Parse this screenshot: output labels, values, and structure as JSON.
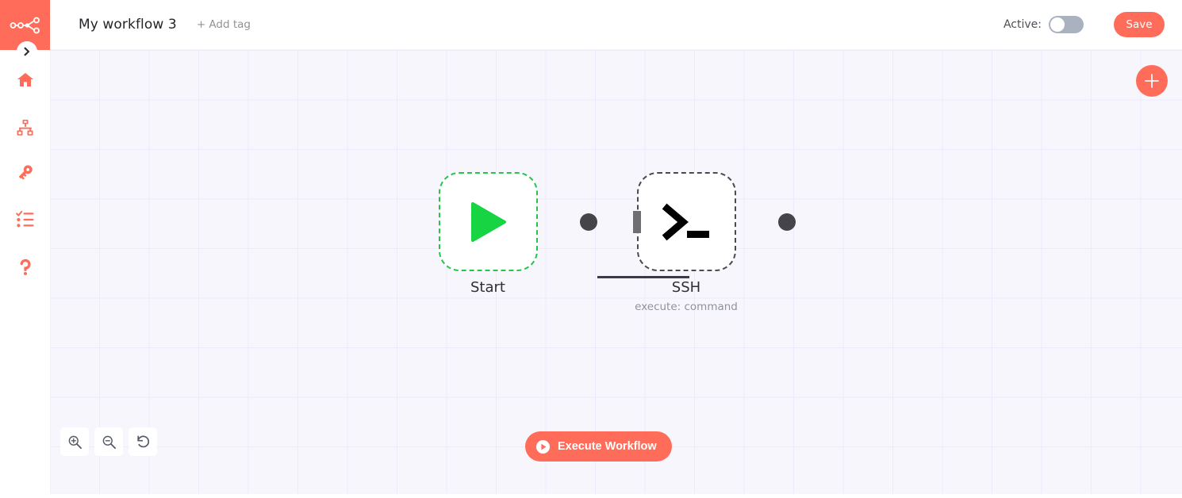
{
  "header": {
    "workflow_title": "My workflow 3",
    "add_tag_label": "+ Add tag",
    "active_label": "Active:",
    "active_state": "off",
    "save_label": "Save",
    "accent_color": "#ff6d5a"
  },
  "sidebar": {
    "logo_name": "n8n-logo",
    "expand_icon": "chevron-right-icon",
    "items": [
      {
        "name": "home",
        "icon": "home-icon"
      },
      {
        "name": "workflows",
        "icon": "sitemap-icon"
      },
      {
        "name": "credentials",
        "icon": "key-icon"
      },
      {
        "name": "executions",
        "icon": "checklist-icon"
      },
      {
        "name": "help",
        "icon": "question-mark-icon"
      }
    ]
  },
  "canvas": {
    "add_node_icon": "plus-icon",
    "grid_color": "#eceafb",
    "background_color": "#f7f6fd",
    "nodes": [
      {
        "id": "start",
        "label": "Start",
        "sublabel": "",
        "icon": "play-triangle-icon",
        "border_color": "#22c64b",
        "border_style": "dashed"
      },
      {
        "id": "ssh",
        "label": "SSH",
        "sublabel": "execute: command",
        "icon": "terminal-prompt-icon",
        "border_color": "#4a4a52",
        "border_style": "dashed"
      }
    ],
    "connections": [
      {
        "from": "start",
        "to": "ssh"
      }
    ]
  },
  "zoom_controls": [
    {
      "name": "zoom-in",
      "icon": "magnifier-plus-icon"
    },
    {
      "name": "zoom-out",
      "icon": "magnifier-minus-icon"
    },
    {
      "name": "reset-zoom",
      "icon": "undo-arrow-icon"
    }
  ],
  "execute": {
    "label": "Execute Workflow",
    "icon": "play-circle-icon"
  }
}
